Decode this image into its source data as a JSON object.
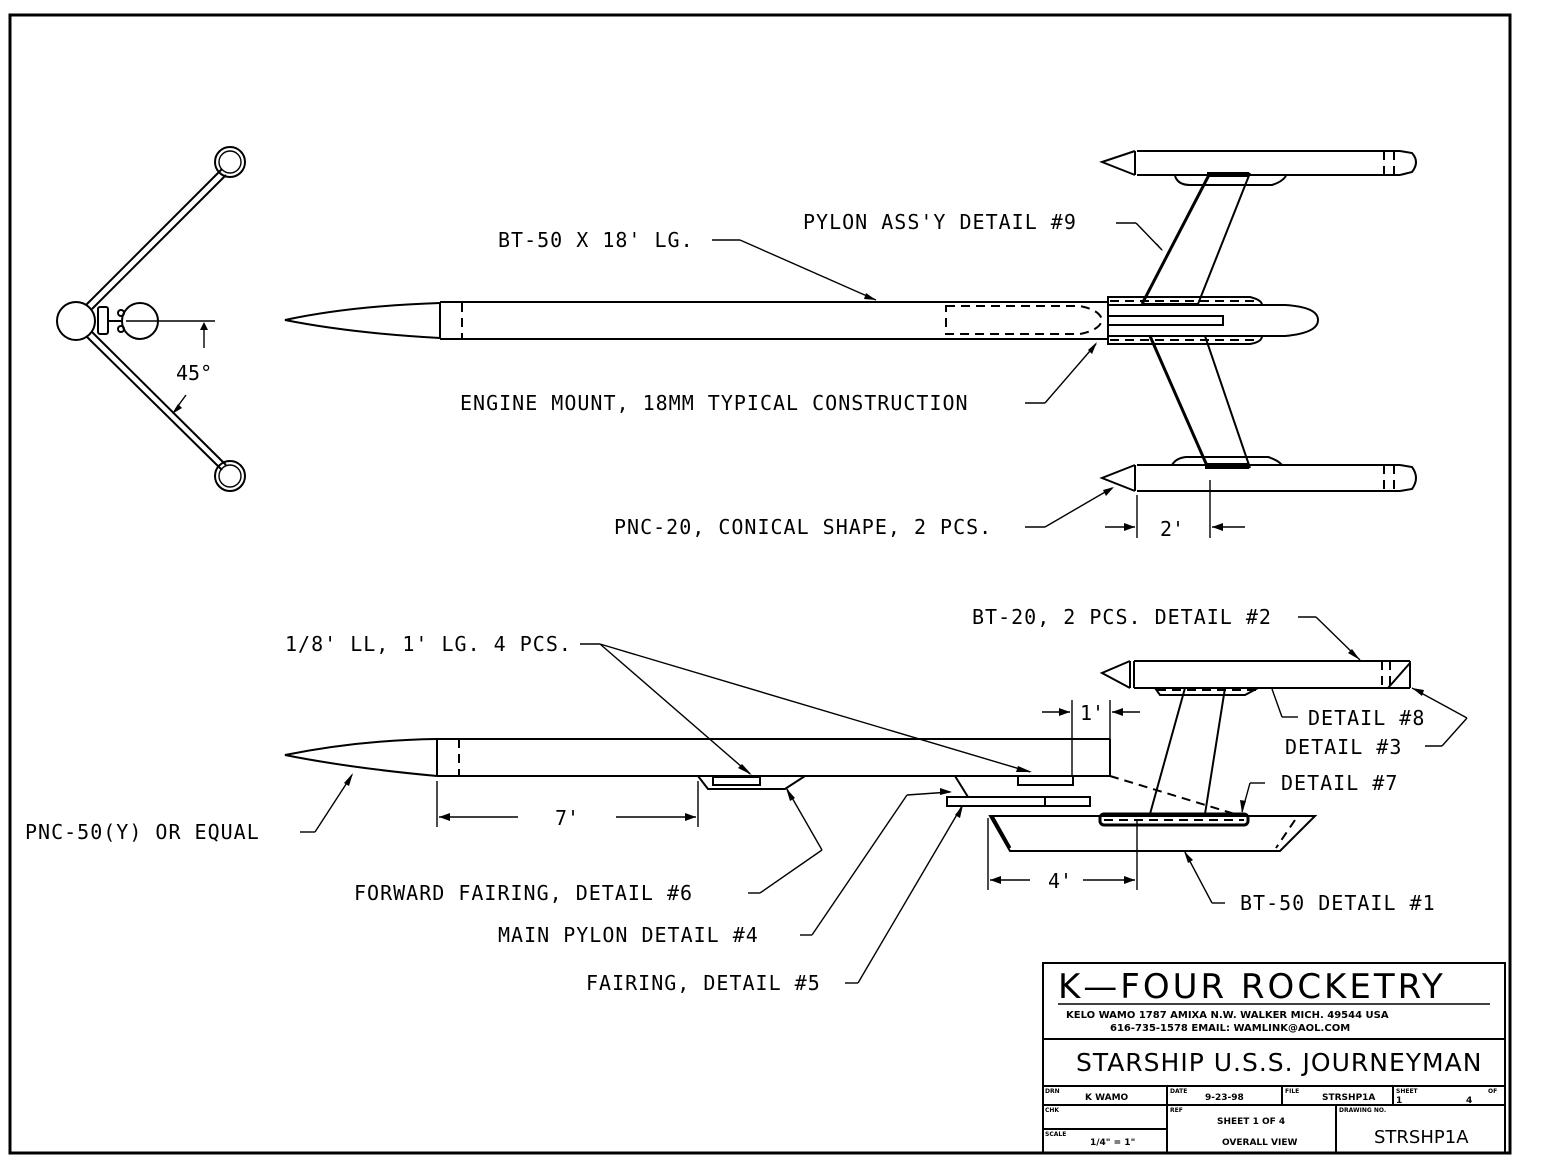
{
  "drawing": {
    "type": "rocket model assembly drawing",
    "views": [
      "end view",
      "top view",
      "side view"
    ]
  },
  "end_view": {
    "angle_label": "45°"
  },
  "top_view": {
    "labels": {
      "body_tube": "BT-50 X 18' LG.",
      "pylon_assy": "PYLON ASS'Y DETAIL #9",
      "engine_mount": "ENGINE MOUNT, 18MM TYPICAL CONSTRUCTION",
      "nose_cones": "PNC-20, CONICAL SHAPE, 2 PCS."
    },
    "dimension": "2'"
  },
  "side_view": {
    "labels": {
      "launch_lugs": "1/8' LL, 1' LG. 4 PCS.",
      "bt20": "BT-20, 2 PCS. DETAIL #2",
      "detail8": "DETAIL #8",
      "detail3": "DETAIL #3",
      "detail7": "DETAIL #7",
      "nose_cone": "PNC-50(Y) OR EQUAL",
      "forward_fairing": "FORWARD FAIRING, DETAIL #6",
      "main_pylon": "MAIN PYLON DETAIL #4",
      "fairing": "FAIRING, DETAIL #5",
      "bt50": "BT-50 DETAIL #1"
    },
    "dimensions": {
      "lug_length": "1'",
      "nose_offset": "7'",
      "pylon_offset": "4'"
    }
  },
  "title_block": {
    "company": "K—FOUR  ROCKETRY",
    "address_line": "KELO WAMO   1787 AMIXA N.W.   WALKER MICH. 49544     USA",
    "contact_line": "616-735-1578        EMAIL: WAMLINK@AOL.COM",
    "title": "STARSHIP U.S.S. JOURNEYMAN",
    "fields": {
      "drawn_by_label": "DRN",
      "drawn_by": "K WAMO",
      "date_label": "DATE",
      "date": "9-23-98",
      "file_label": "FILE",
      "file": "STRSHP1A",
      "sheet_label": "SHEET",
      "sheet": "1",
      "of_label": "OF",
      "of": "4",
      "checked_label": "CHK",
      "checked": "",
      "ref_label": "REF",
      "ref_line1": "SHEET 1 OF 4",
      "ref_line2": "OVERALL VIEW",
      "scale_label": "SCALE",
      "scale": "1/4\" = 1\"",
      "drawing_no_label": "DRAWING NO.",
      "drawing_no": "STRSHP1A"
    }
  }
}
